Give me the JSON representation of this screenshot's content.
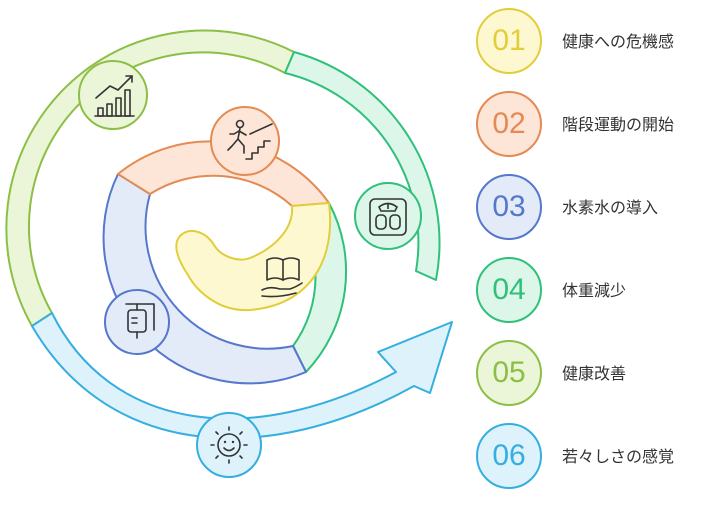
{
  "steps": [
    {
      "number": "01",
      "label": "健康への危機感",
      "color": "#e2cd3a",
      "fill": "#fdf8cf"
    },
    {
      "number": "02",
      "label": "階段運動の開始",
      "color": "#e48a52",
      "fill": "#fde6d7"
    },
    {
      "number": "03",
      "label": "水素水の導入",
      "color": "#5577cc",
      "fill": "#e4ebf8"
    },
    {
      "number": "04",
      "label": "体重減少",
      "color": "#2fc07a",
      "fill": "#dcf6e9"
    },
    {
      "number": "05",
      "label": "健康改善",
      "color": "#8cbf45",
      "fill": "#ebf5d8"
    },
    {
      "number": "06",
      "label": "若々しさの感覚",
      "color": "#35aee0",
      "fill": "#ddf2fb"
    }
  ],
  "icons": {
    "step1": "open-book-hand-icon",
    "step2": "stair-climbing-icon",
    "step3": "water-dispenser-icon",
    "step4": "weight-scale-icon",
    "step5": "growth-chart-icon",
    "step6": "smiling-sun-icon"
  }
}
